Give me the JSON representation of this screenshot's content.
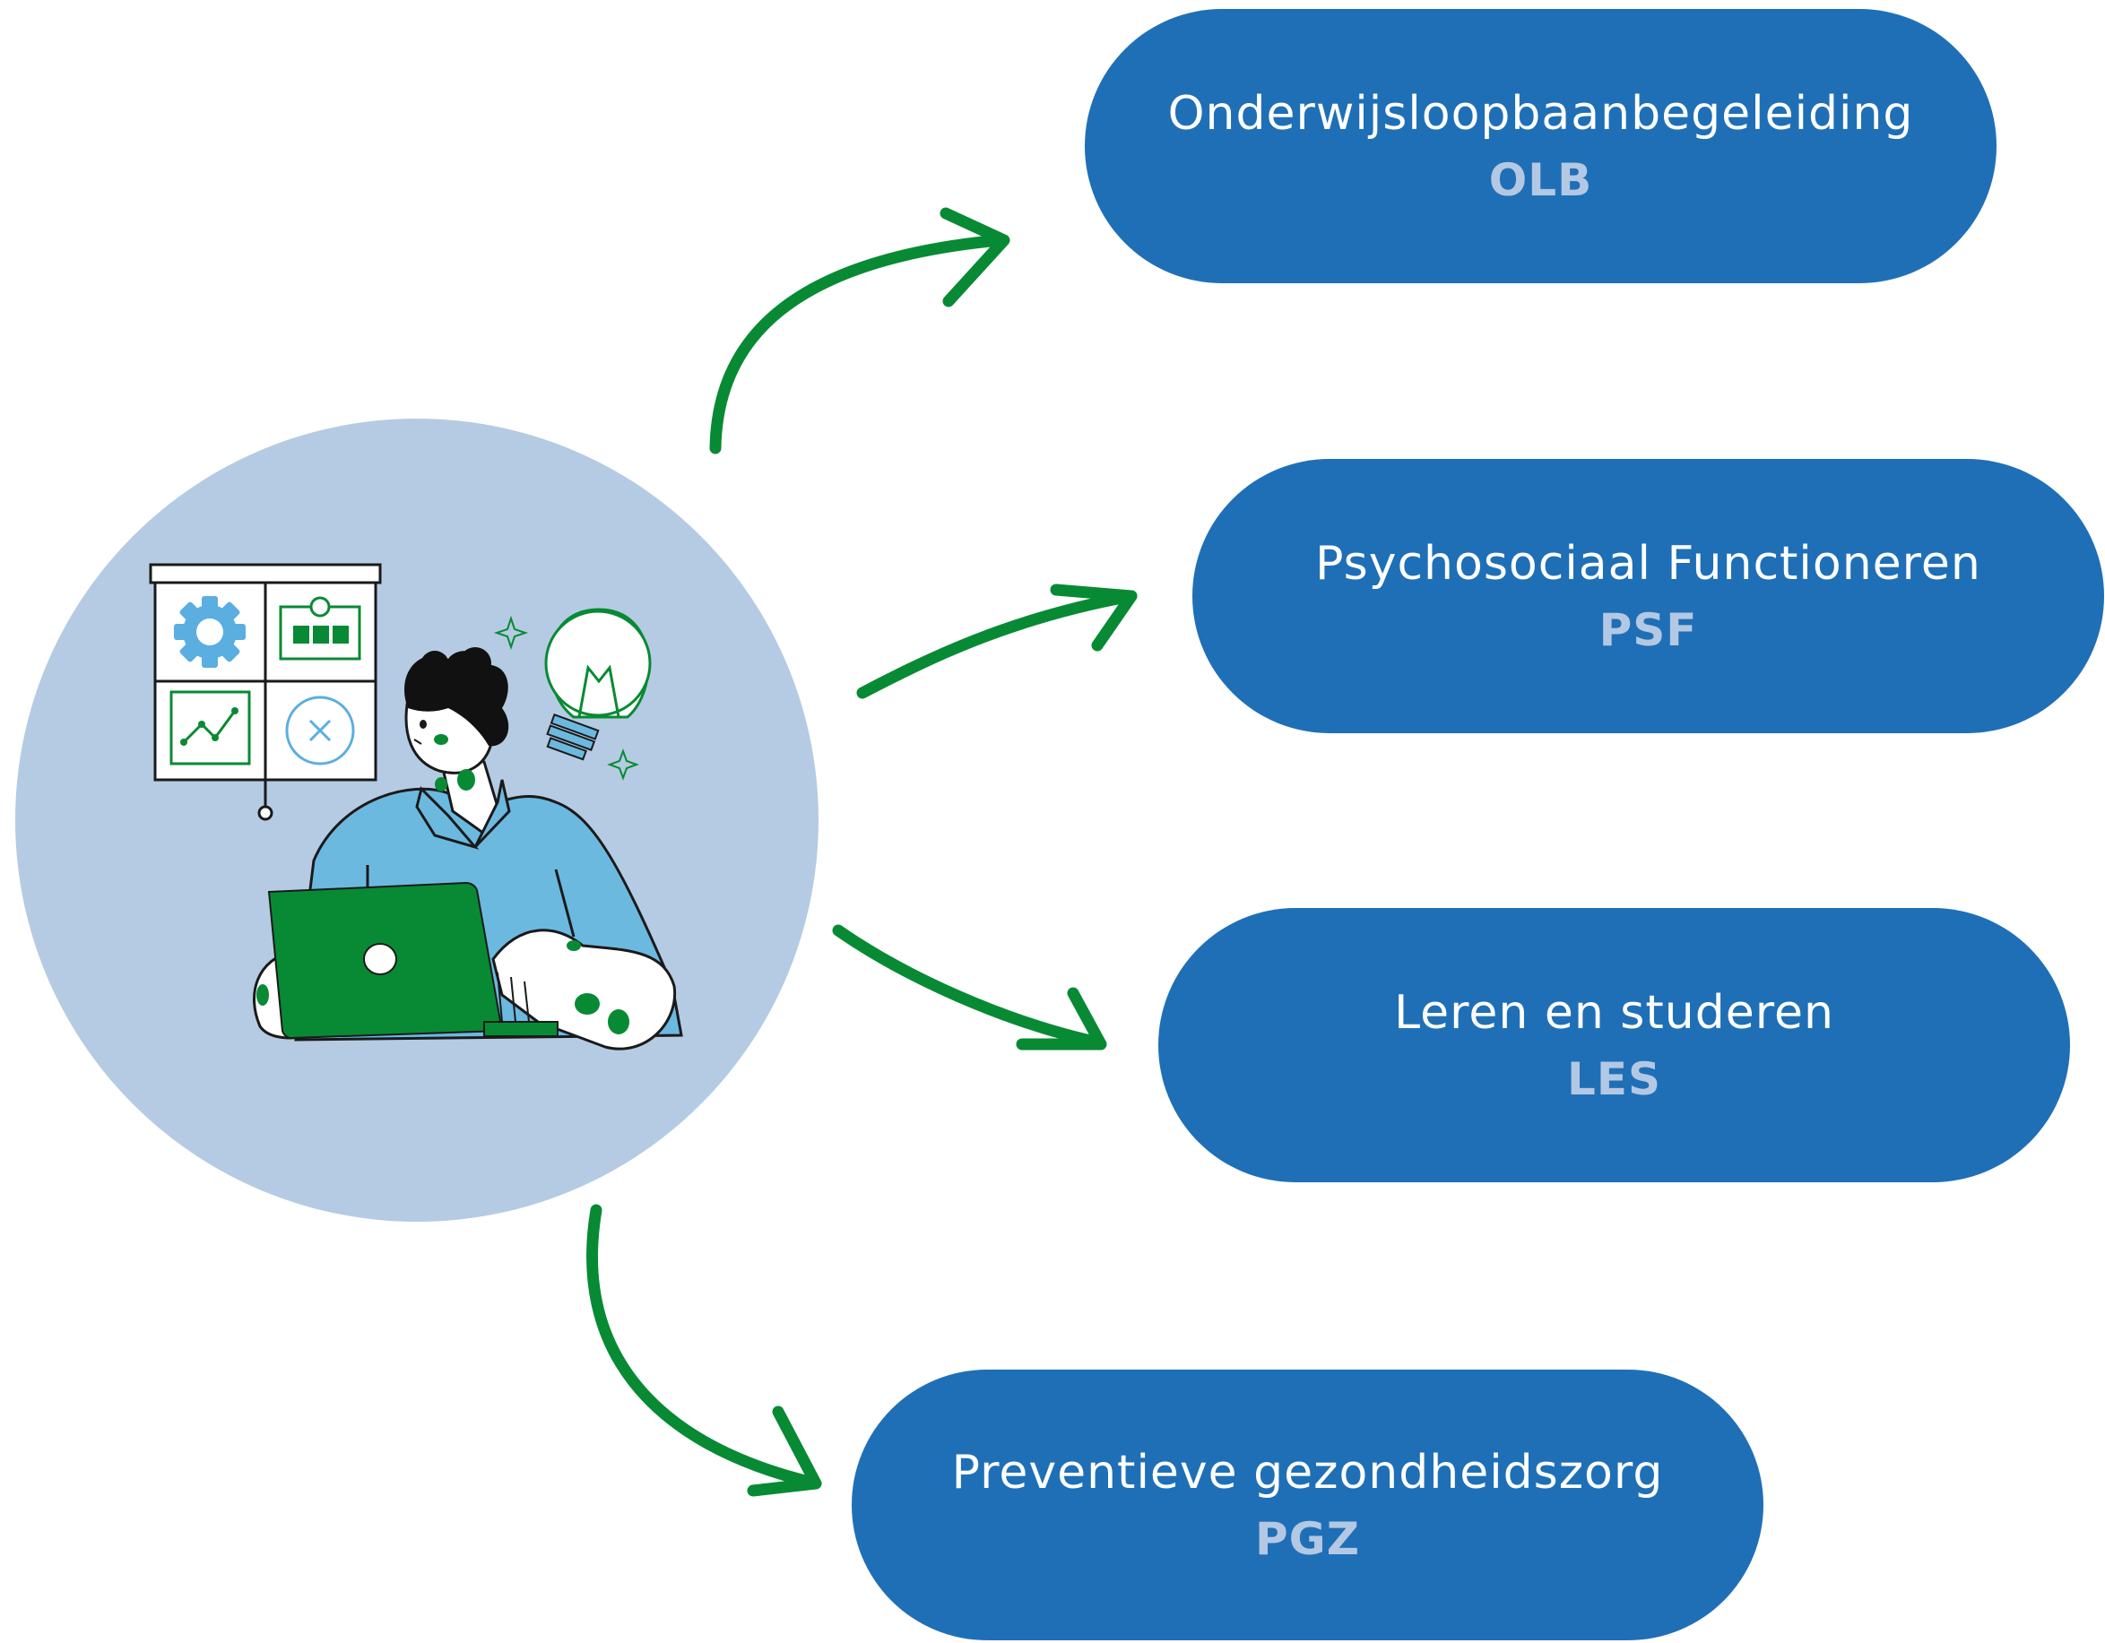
{
  "colors": {
    "pill_bg": "#1f6fb7",
    "pill_title": "#ffffff",
    "pill_abbr": "#b3c8e3",
    "circle_bg": "#b5cbe3",
    "arrow": "#078a33",
    "shirt": "#6cb9e0",
    "laptop": "#078a33"
  },
  "pills": [
    {
      "title": "Onderwijsloopbaanbegeleiding",
      "abbr": "OLB"
    },
    {
      "title": "Psychosociaal Functioneren",
      "abbr": "PSF"
    },
    {
      "title": "Leren en studeren",
      "abbr": "LES"
    },
    {
      "title": "Preventieve gezondheidszorg",
      "abbr": "PGZ"
    }
  ],
  "icons": [
    "gear-icon",
    "progress-bar-icon",
    "line-chart-icon",
    "close-circle-icon",
    "lightbulb-icon",
    "sparkle-icon",
    "laptop-icon"
  ]
}
